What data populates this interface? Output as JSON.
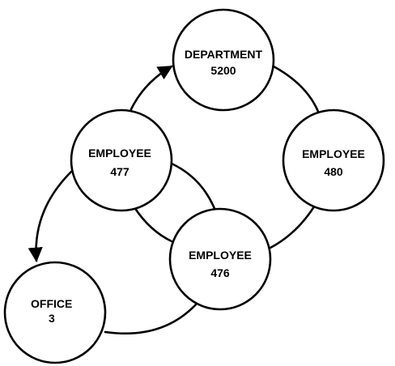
{
  "nodes": {
    "department": {
      "line1": "DEPARTMENT",
      "line2": "5200"
    },
    "employee_480": {
      "line1": "EMPLOYEE",
      "line2": "480"
    },
    "employee_477": {
      "line1": "EMPLOYEE",
      "line2": "477"
    },
    "employee_476": {
      "line1": "EMPLOYEE",
      "line2": "476"
    },
    "office": {
      "line1": "OFFICE",
      "line2": "3"
    }
  },
  "colors": {
    "stroke": "#000000",
    "fill": "#ffffff"
  }
}
